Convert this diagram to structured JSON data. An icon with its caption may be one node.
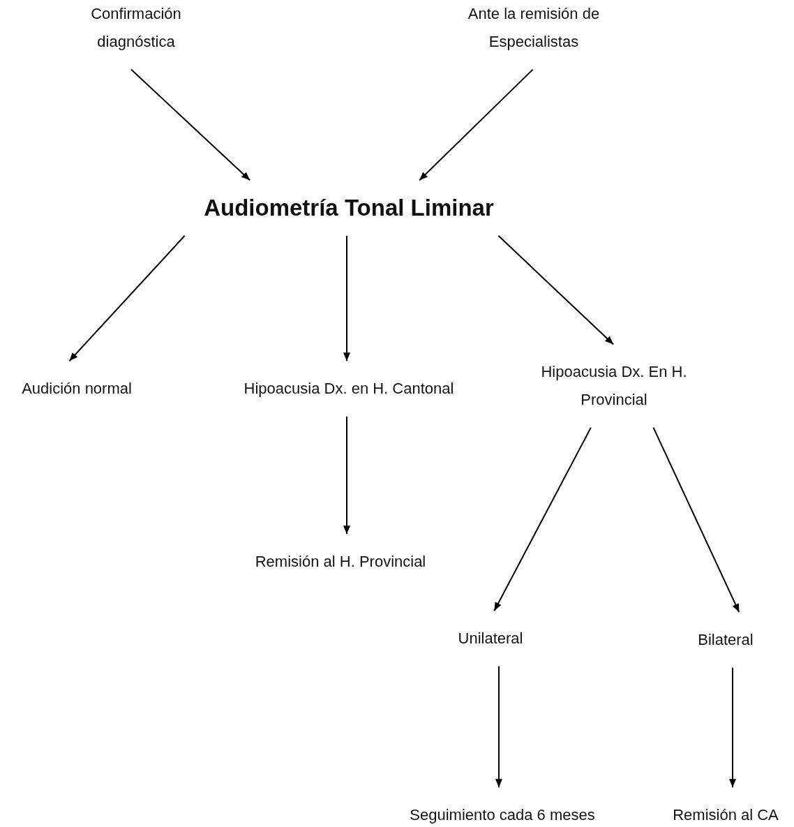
{
  "diagram": {
    "nodes": [
      {
        "text": [
          "Confirmación diagnóstica"
        ]
      },
      {
        "text": [
          "Ante la remisión de Especialistas"
        ]
      },
      {
        "text": [
          "Audiometría Tonal Liminar"
        ]
      },
      {
        "text": [
          "Audición normal"
        ]
      },
      {
        "text": [
          "Hipoacusia Dx. en H. Cantonal"
        ]
      },
      {
        "text": [
          "Hipoacusia Dx. En H. Provincial"
        ]
      },
      {
        "text": [
          "Remisión al H. Provincial"
        ]
      },
      {
        "text": [
          "Unilateral"
        ]
      },
      {
        "text": [
          "Bilateral"
        ]
      },
      {
        "text": [
          "Seguimiento cada 6 meses"
        ]
      },
      {
        "text": [
          "Remisión al CA"
        ]
      }
    ],
    "edges": [
      {
        "from": 0,
        "to": 2,
        "arrow": "to"
      },
      {
        "from": 1,
        "to": 2,
        "arrow": "to"
      },
      {
        "from": 2,
        "to": 3,
        "arrow": "to"
      },
      {
        "from": 2,
        "to": 4,
        "arrow": "to"
      },
      {
        "from": 2,
        "to": 5,
        "arrow": "to"
      },
      {
        "from": 4,
        "to": 6,
        "arrow": "to"
      },
      {
        "from": 5,
        "to": 7,
        "arrow": "to"
      },
      {
        "from": 5,
        "to": 8,
        "arrow": "to"
      },
      {
        "from": 7,
        "to": 9,
        "arrow": "to"
      },
      {
        "from": 8,
        "to": 10,
        "arrow": "to"
      }
    ]
  }
}
